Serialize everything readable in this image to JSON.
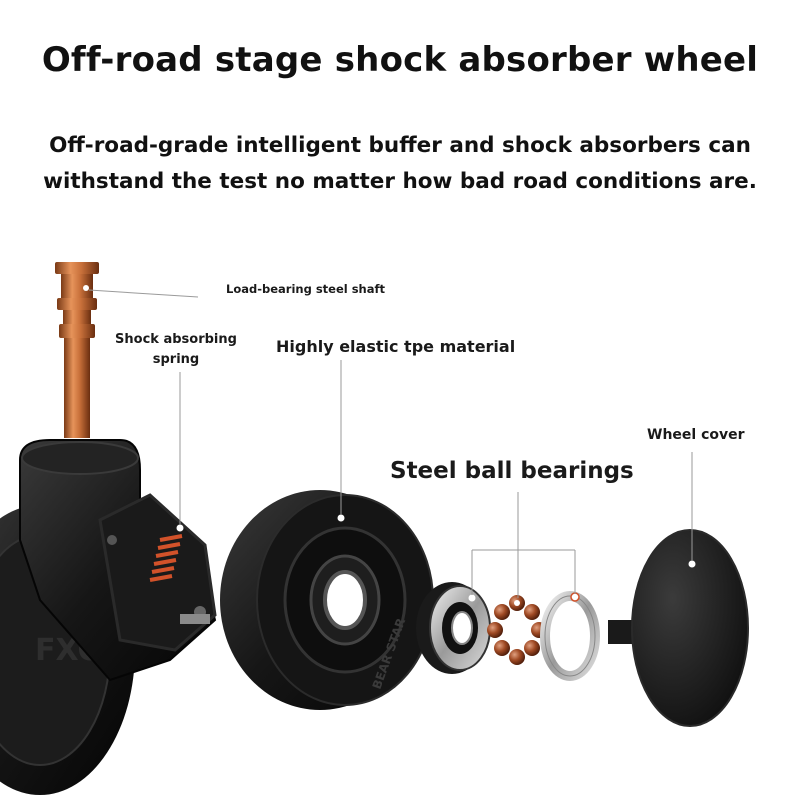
{
  "title": "Off-road stage shock absorber wheel",
  "subtitle": "Off-road-grade intelligent buffer and shock absorbers can withstand the test no matter how bad road conditions are.",
  "labels": {
    "shaft": "Load-bearing steel shaft",
    "spring_line1": "Shock absorbing",
    "spring_line2": "spring",
    "tpe": "Highly elastic tpe material",
    "bearings": "Steel ball bearings",
    "cover": "Wheel cover"
  },
  "colors": {
    "shaft": "#c8703a",
    "spring": "#d2522a",
    "wheel": "#141414",
    "bearing_ball": "#8a3a1e",
    "callout_line": "#9a9a9a"
  },
  "wheel_print": {
    "brand_a": "FXO",
    "brand_b": "BEAR STAR"
  }
}
